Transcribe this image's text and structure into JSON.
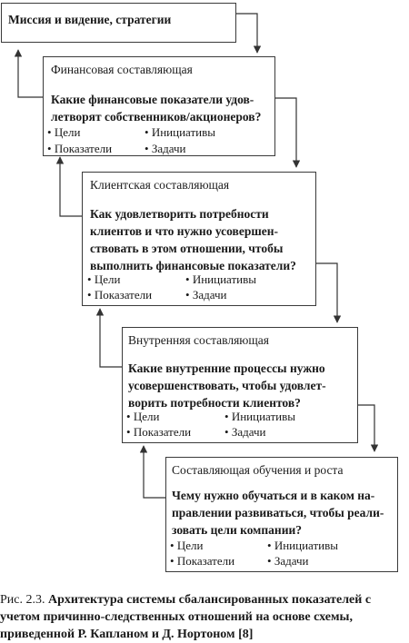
{
  "mission_box": {
    "title": "Миссия и видение, стратегии"
  },
  "blocks": [
    {
      "title": "Финансовая составляющая",
      "question": "Какие финансовые показатели удов-\nлетворят собственников/акционеров?",
      "items": [
        "Цели",
        "Инициативы",
        "Показатели",
        "Задачи"
      ]
    },
    {
      "title": "Клиентская составляющая",
      "question": "Как удовлетворить потребности\nклиентов и что нужно усовершен-\nствовать в этом отношении, чтобы\nвыполнить финансовые показатели?",
      "items": [
        "Цели",
        "Инициативы",
        "Показатели",
        "Задачи"
      ]
    },
    {
      "title": "Внутренняя составляющая",
      "question": "Какие внутренние процессы нужно\nусовершенствовать, чтобы удовлет-\nворить потребности клиентов?",
      "items": [
        "Цели",
        "Инициативы",
        "Показатели",
        "Задачи"
      ]
    },
    {
      "title": "Составляющая обучения и роста",
      "question": "Чему нужно обучаться и в каком на-\nправлении развиваться, чтобы реали-\nзовать цели компании?",
      "items": [
        "Цели",
        "Инициативы",
        "Показатели",
        "Задачи"
      ]
    }
  ],
  "caption": {
    "prefix": "Рис. 2.3. ",
    "text": "Архитектура системы сбалансированных показателей с учетом причинно-следственных отношений на основе схемы, приведенной Р. Капланом и Д. Нортоном [8]"
  }
}
